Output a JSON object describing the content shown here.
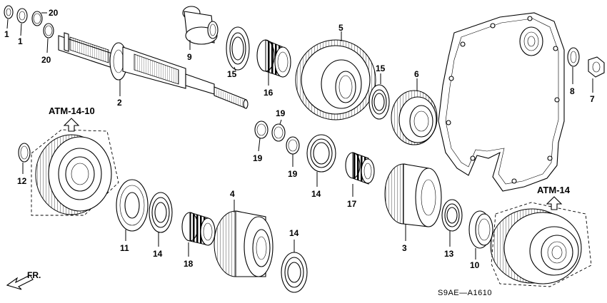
{
  "callouts": [
    "1",
    "1",
    "20",
    "20",
    "9",
    "15",
    "16",
    "5",
    "15",
    "6",
    "8",
    "7",
    "2",
    "19",
    "19",
    "19",
    "14",
    "17",
    "12",
    "11",
    "14",
    "18",
    "4",
    "14",
    "3",
    "13",
    "10"
  ],
  "references": {
    "left": "ATM-14-10",
    "right": "ATM-14"
  },
  "direction_label": "FR.",
  "diagram_code": "S9AE—A1610"
}
